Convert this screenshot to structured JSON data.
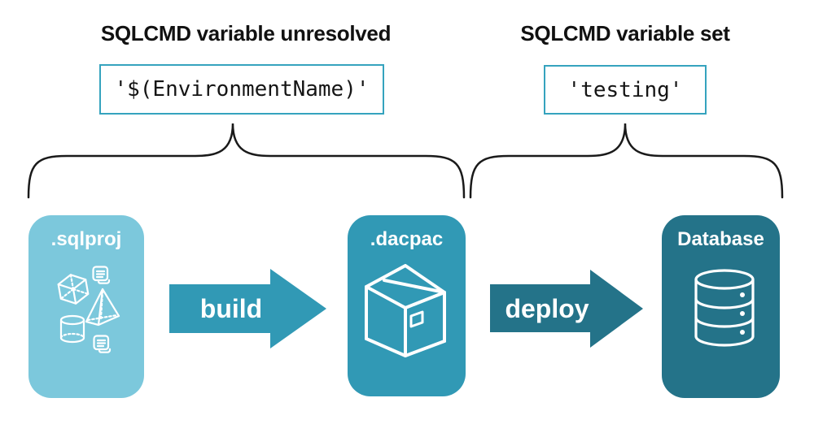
{
  "diagram": {
    "callouts": [
      {
        "heading": "SQLCMD variable unresolved",
        "code": "'$(EnvironmentName)'"
      },
      {
        "heading": "SQLCMD variable set",
        "code": "'testing'"
      }
    ],
    "nodes": [
      {
        "label": ".sqlproj",
        "icon": "sql-objects-icon",
        "fill": "#7cc8dc"
      },
      {
        "label": ".dacpac",
        "icon": "package-icon",
        "fill": "#3199b5"
      },
      {
        "label": "Database",
        "icon": "database-icon",
        "fill": "#247389"
      }
    ],
    "arrows": [
      {
        "label": "build",
        "fill": "#3199b5"
      },
      {
        "label": "deploy",
        "fill": "#247389"
      }
    ]
  },
  "colors": {
    "background": "#ffffff",
    "heading_text": "#111111",
    "code_text": "#151515",
    "code_box_border": "#35a3be",
    "brace_stroke": "#1a1a1a",
    "icon_stroke": "#ffffff",
    "sqlproj_fill": "#7cc8dc",
    "dacpac_fill": "#3199b5",
    "database_fill": "#247389"
  }
}
